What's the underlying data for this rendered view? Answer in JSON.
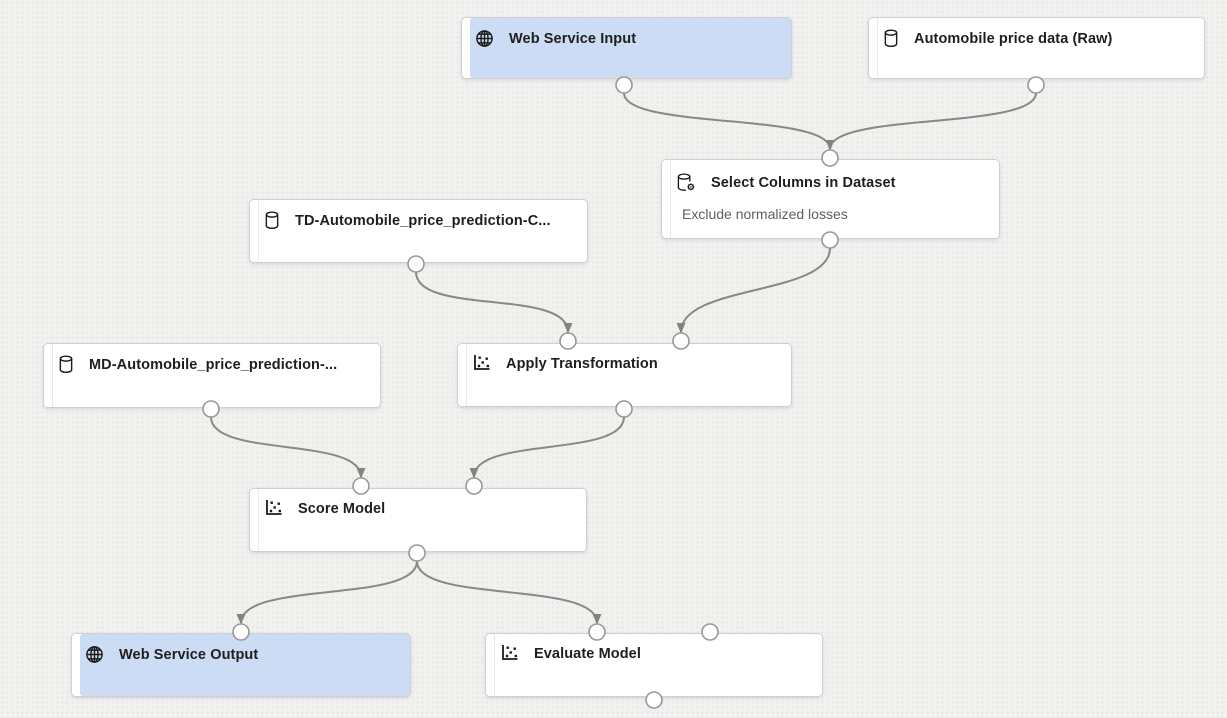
{
  "canvas": {
    "name": "ml-pipeline-canvas",
    "background_color": "#f1f1f0",
    "node_fill": "#ffffff",
    "web_service_node_fill": "#ccdcf5",
    "node_border_color": "#d2d0ce",
    "connector_color": "#8a8886",
    "port_stroke_color": "#9a9896"
  },
  "nodes": [
    {
      "id": "web-service-input",
      "title": "Web Service Input",
      "icon": "globe-icon",
      "variant": "web-service"
    },
    {
      "id": "automobile-price-raw",
      "title": "Automobile price data (Raw)",
      "icon": "database-icon",
      "variant": "dataset"
    },
    {
      "id": "select-columns",
      "title": "Select Columns in Dataset",
      "subtitle": "Exclude normalized losses",
      "icon": "database-gear-icon",
      "variant": "module"
    },
    {
      "id": "td-automobile",
      "title": "TD-Automobile_price_prediction-C...",
      "icon": "database-icon",
      "variant": "dataset"
    },
    {
      "id": "md-automobile",
      "title": "MD-Automobile_price_prediction-...",
      "icon": "database-icon",
      "variant": "dataset"
    },
    {
      "id": "apply-transformation",
      "title": "Apply Transformation",
      "icon": "scatter-chart-icon",
      "variant": "module"
    },
    {
      "id": "score-model",
      "title": "Score Model",
      "icon": "scatter-chart-icon",
      "variant": "module"
    },
    {
      "id": "web-service-output",
      "title": "Web Service Output",
      "icon": "globe-icon",
      "variant": "web-service"
    },
    {
      "id": "evaluate-model",
      "title": "Evaluate Model",
      "icon": "scatter-chart-icon",
      "variant": "module"
    }
  ],
  "connections": [
    {
      "from": "Web Service Input",
      "to": "Select Columns in Dataset"
    },
    {
      "from": "Automobile price data (Raw)",
      "to": "Select Columns in Dataset"
    },
    {
      "from": "TD-Automobile_price_prediction-C...",
      "to": "Apply Transformation",
      "to_port": "input-1"
    },
    {
      "from": "Select Columns in Dataset",
      "to": "Apply Transformation",
      "to_port": "input-2"
    },
    {
      "from": "MD-Automobile_price_prediction-...",
      "to": "Score Model",
      "to_port": "input-1"
    },
    {
      "from": "Apply Transformation",
      "to": "Score Model",
      "to_port": "input-2"
    },
    {
      "from": "Score Model",
      "to": "Web Service Output"
    },
    {
      "from": "Score Model",
      "to": "Evaluate Model",
      "to_port": "input-1"
    }
  ]
}
